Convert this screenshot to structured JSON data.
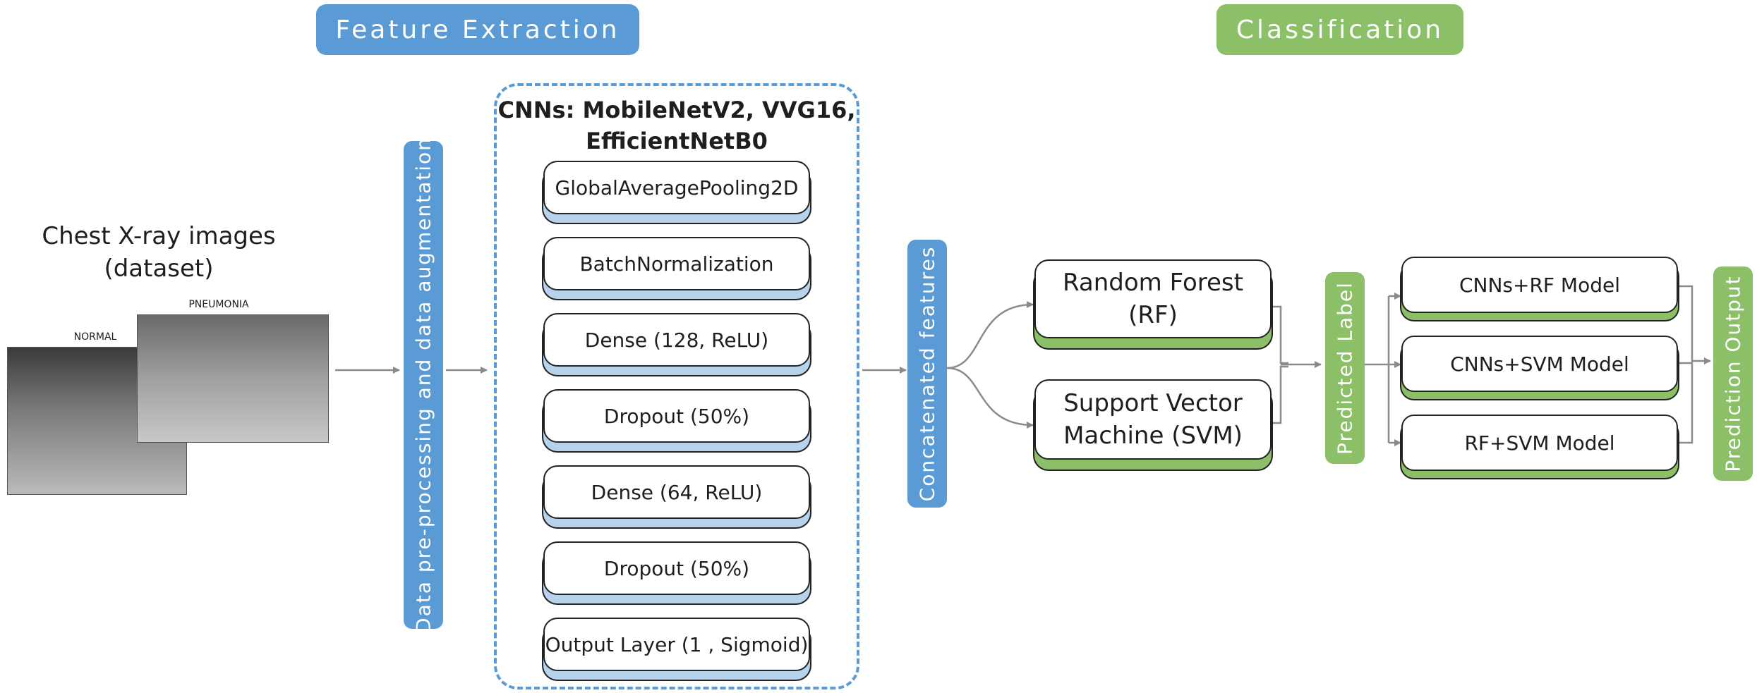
{
  "headers": {
    "feature_extraction": "Feature Extraction",
    "classification": "Classification"
  },
  "dataset": {
    "title_line1": "Chest X-ray images",
    "title_line2": "(dataset)",
    "normal_label": "NORMAL",
    "pneumonia_label": "PNEUMONIA"
  },
  "preprocessing": "Data pre-processing and data augmentation",
  "cnn": {
    "title_line1": "CNNs: MobileNetV2, VVG16,",
    "title_line2": "EfficientNetB0",
    "layers": [
      "GlobalAveragePooling2D",
      "BatchNormalization",
      "Dense (128, ReLU)",
      "Dropout (50%)",
      "Dense (64, ReLU)",
      "Dropout (50%)",
      "Output Layer (1 , Sigmoid)"
    ]
  },
  "concatenated": "Concatenated features",
  "classifiers": {
    "rf_line1": "Random Forest",
    "rf_line2": "(RF)",
    "svm_line1": "Support Vector",
    "svm_line2": "Machine (SVM)"
  },
  "predicted_label": "Predicted Label",
  "models": [
    "CNNs+RF Model",
    "CNNs+SVM Model",
    "RF+SVM Model"
  ],
  "prediction_output": "Prediction Output",
  "colors": {
    "blue": "#5b9bd5",
    "green": "#8cc068",
    "light_blue": "#b7d2ec",
    "arrow": "#8a8a8a"
  }
}
